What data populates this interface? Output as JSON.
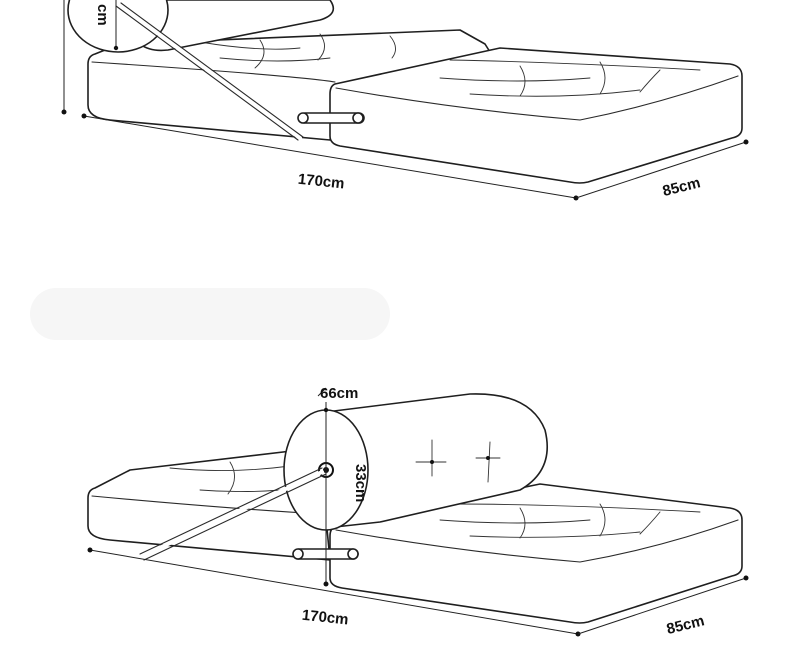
{
  "top_diagram": {
    "length_label": "170cm",
    "width_label": "85cm",
    "bolster_height_fragment": "cm"
  },
  "bottom_diagram": {
    "length_label": "170cm",
    "width_label": "85cm",
    "bolster_diameter_label": "66cm",
    "bolster_height_label": "33cm"
  }
}
